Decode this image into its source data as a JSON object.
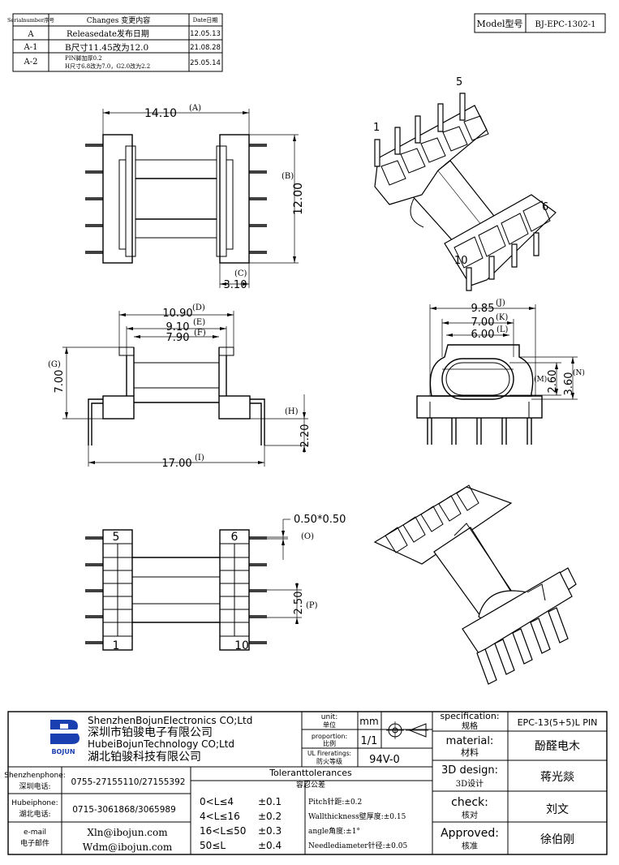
{
  "revision_table": {
    "headers": {
      "serial": "Serialnumber序号",
      "changes": "Changes 变更内容",
      "date": "Date日期"
    },
    "rows": [
      {
        "serial": "A",
        "change1": "Releasedate发布日期",
        "change2": "",
        "date": "12.05.13"
      },
      {
        "serial": "A-1",
        "change1": "B尺寸11.45改为12.0",
        "change2": "",
        "date": "21.08.28"
      },
      {
        "serial": "A-2",
        "change1": "PIN脚加厚0.2",
        "change2": "H尺寸6.8改为7.0，G2.0改为2.2",
        "date": "25.05.14"
      }
    ]
  },
  "model": {
    "label": "Model型号",
    "value": "BJ-EPC-1302-1"
  },
  "dimensions": {
    "A": "14.10",
    "A_tag": "(A)",
    "B": "12.00",
    "B_tag": "(B)",
    "C": "3.10",
    "C_tag": "(C)",
    "D": "10.90",
    "D_tag": "(D)",
    "E": "9.10",
    "E_tag": "(E)",
    "F": "7.90",
    "F_tag": "(F)",
    "G": "7.00",
    "G_tag": "(G)",
    "H": "2.20",
    "H_tag": "(H)",
    "I": "17.00",
    "I_tag": "(I)",
    "J": "9.85",
    "J_tag": "(J)",
    "K": "7.00",
    "K_tag": "(K)",
    "L": "6.00",
    "L_tag": "(L)",
    "M": "2.60",
    "M_tag": "(M)",
    "N": "3.60",
    "N_tag": "(N)",
    "O": "0.50*0.50",
    "O_tag": "(O)",
    "P": "2.50",
    "P_tag": "(P)"
  },
  "pin_labels": {
    "p1": "1",
    "p5": "5",
    "p6": "6",
    "p10": "10"
  },
  "company": {
    "name_en1": "ShenzhenBojunElectronics CO;Ltd",
    "name_cn1": "深圳市铂骏电子有限公司",
    "name_en2": "HubeiBojunTechnology CO;Ltd",
    "name_cn2": "湖北铂骏科技有限公司",
    "logo_text": "BOJUN",
    "brand_color": "#1a3fb0"
  },
  "contacts": {
    "shenzhen_label1": "Shenzhenphone:",
    "shenzhen_label2": "深圳电话:",
    "shenzhen_value": "0755-27155110/27155392",
    "hubei_label1": "Hubeiphone:",
    "hubei_label2": "湖北电话:",
    "hubei_value": "0715-3061868/3065989",
    "email_label1": "e-mail",
    "email_label2": "电子邮件",
    "email_value1": "Xln@ibojun.com",
    "email_value2": "Wdm@ibojun.com"
  },
  "unit": {
    "label1": "unit:",
    "label2": "单位",
    "value": "mm"
  },
  "proportion": {
    "label1": "proportion:",
    "label2": "比例",
    "value": "1/1"
  },
  "ul": {
    "label1": "UL Fireratings:",
    "label2": "防火等级",
    "value": "94V-0"
  },
  "tolerance": {
    "title1": "Toleranttolerances",
    "title2": "容忍公差",
    "rows": [
      {
        "range": "0<L≤4",
        "tol": "±0.1"
      },
      {
        "range": "4<L≤16",
        "tol": "±0.2"
      },
      {
        "range": "16<L≤50",
        "tol": "±0.3"
      },
      {
        "range": "50≤L",
        "tol": "±0.4"
      }
    ],
    "notes": [
      "Pitch针距:±0.2",
      "Wallthickness壁厚度:±0.15",
      "angle角度:±1°",
      "Needlediameter针径:±0.05"
    ]
  },
  "spec": {
    "spec_label1": "specification:",
    "spec_label2": "规格",
    "spec_value": "EPC-13(5+5)L PIN",
    "material_label1": "material:",
    "material_label2": "材料",
    "material_value": "酚醛电木",
    "design_label1": "3D design:",
    "design_label2": "3D设计",
    "design_value": "蒋光燚",
    "check_label1": "check:",
    "check_label2": "核对",
    "check_value": "刘文",
    "approved_label1": "Approved:",
    "approved_label2": "核准",
    "approved_value": "徐伯刚"
  }
}
